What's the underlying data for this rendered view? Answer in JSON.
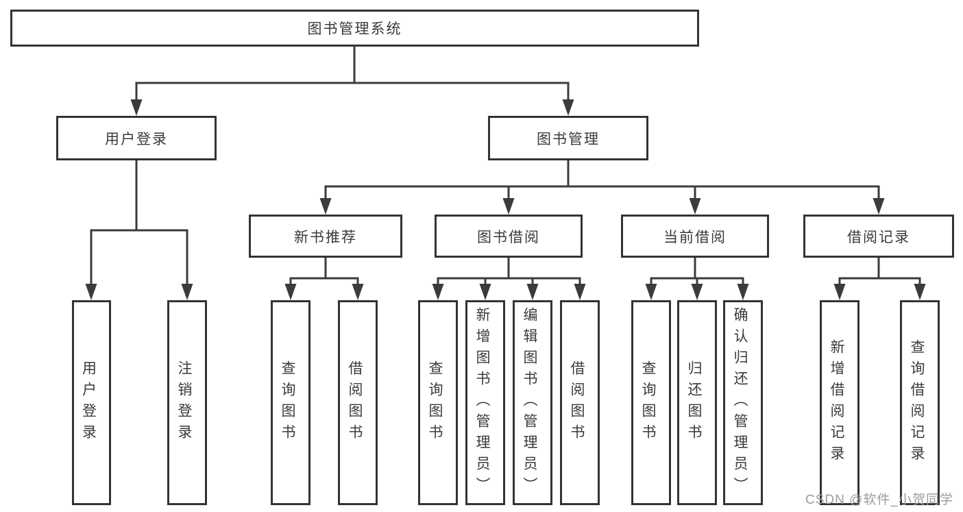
{
  "diagram": {
    "title": "图书管理系统",
    "type": "hierarchy-tree",
    "colors": {
      "line": "#3b3b3b",
      "box_border": "#333333",
      "box_fill": "#ffffff",
      "text": "#3a3a3a",
      "background": "#ffffff",
      "watermark_text": "#9b9ca0"
    }
  },
  "nodes": {
    "root": "图书管理系统",
    "userLogin": "用户登录",
    "bookManagement": "图书管理",
    "newBookRecommend": "新书推荐",
    "bookBorrow": "图书借阅",
    "currentBorrow": "当前借阅",
    "borrowRecords": "借阅记录",
    "leafUserLogin": "用户登录",
    "leafLogoutLogin": "注销登录",
    "leafQueryBooks1": "查询图书",
    "leafBorrowBooks1": "借阅图书",
    "leafQueryBooks2": "查询图书",
    "leafAddBooks": "新增图书（管理员）",
    "leafEditBooks": "编辑图书（管理员）",
    "leafBorrowBooks2": "借阅图书",
    "leafQueryBooks3": "查询图书",
    "leafReturnBooks": "归还图书",
    "leafConfirmReturn": "确认归还（管理员）",
    "leafAddBorrowRecord": "新增借阅记录",
    "leafQueryBorrowRecord": "查询借阅记录"
  },
  "watermark": "CSDN @软件_小贺同学"
}
